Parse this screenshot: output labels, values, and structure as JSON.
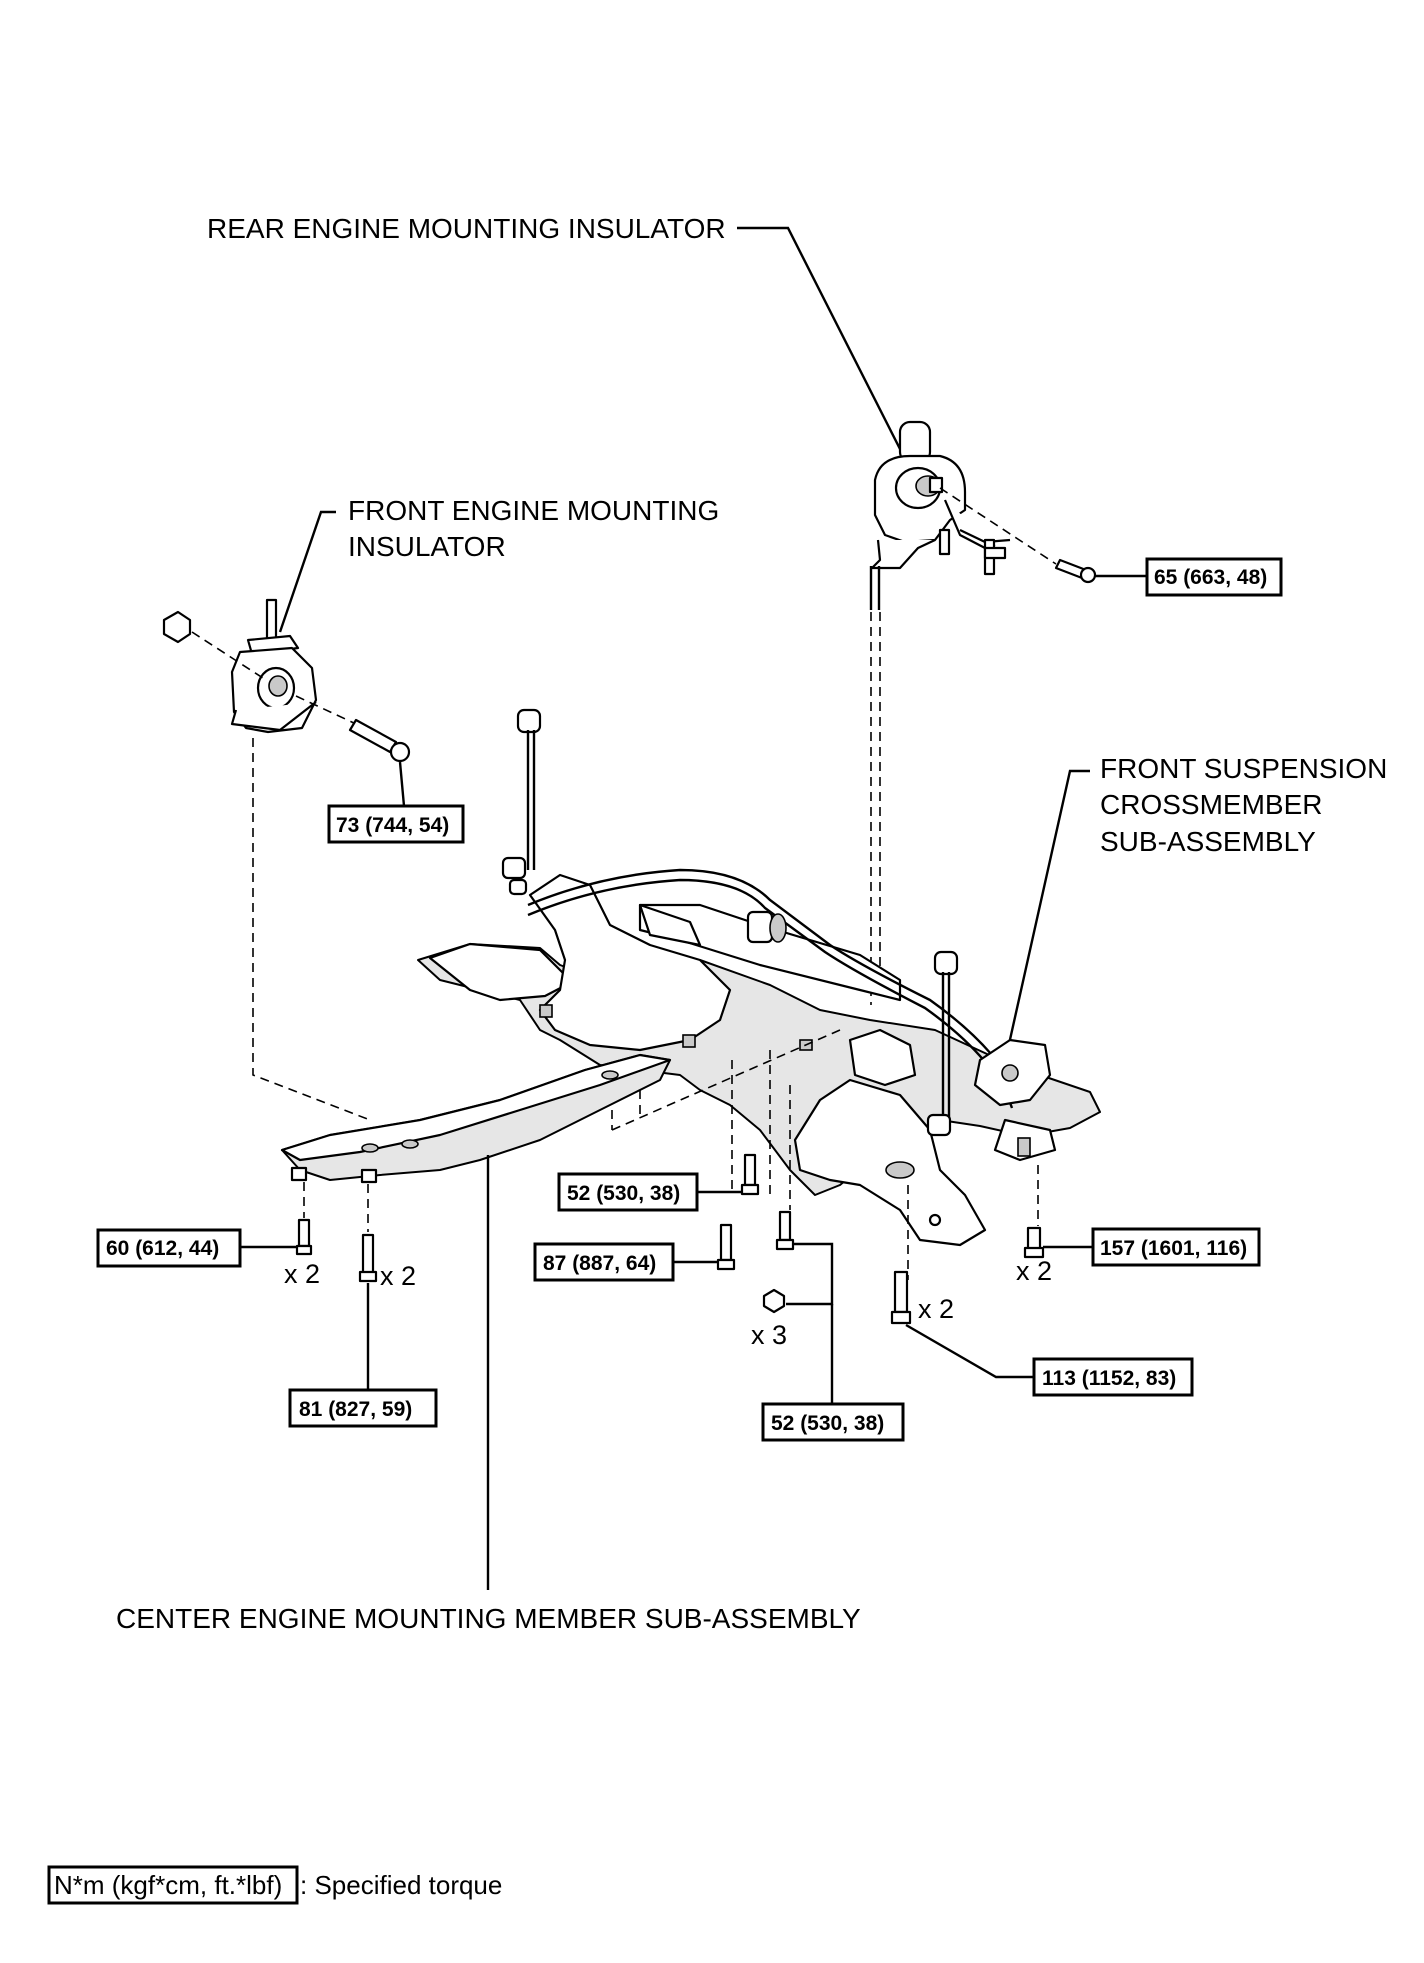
{
  "labels": {
    "rear_insulator": "REAR ENGINE MOUNTING INSULATOR",
    "front_insulator_l1": "FRONT ENGINE MOUNTING",
    "front_insulator_l2": "INSULATOR",
    "crossmember_l1": "FRONT SUSPENSION",
    "crossmember_l2": "CROSSMEMBER",
    "crossmember_l3": "SUB-ASSEMBLY",
    "center_member": "CENTER ENGINE MOUNTING MEMBER SUB-ASSEMBLY"
  },
  "torques": {
    "t_65": "65 (663, 48)",
    "t_73": "73 (744, 54)",
    "t_52_upper": "52 (530, 38)",
    "t_60": "60 (612, 44)",
    "t_87": "87 (887, 64)",
    "t_157": "157 (1601, 116)",
    "t_81": "81 (827, 59)",
    "t_113": "113 (1152, 83)",
    "t_52_lower": "52 (530, 38)"
  },
  "multipliers": {
    "m_60": "x 2",
    "m_81": "x 2",
    "m_x3": "x 3",
    "m_113": "x 2",
    "m_157": "x 2"
  },
  "legend": {
    "unit": "N*m (kgf*cm, ft.*lbf)",
    "text": ": Specified torque"
  }
}
